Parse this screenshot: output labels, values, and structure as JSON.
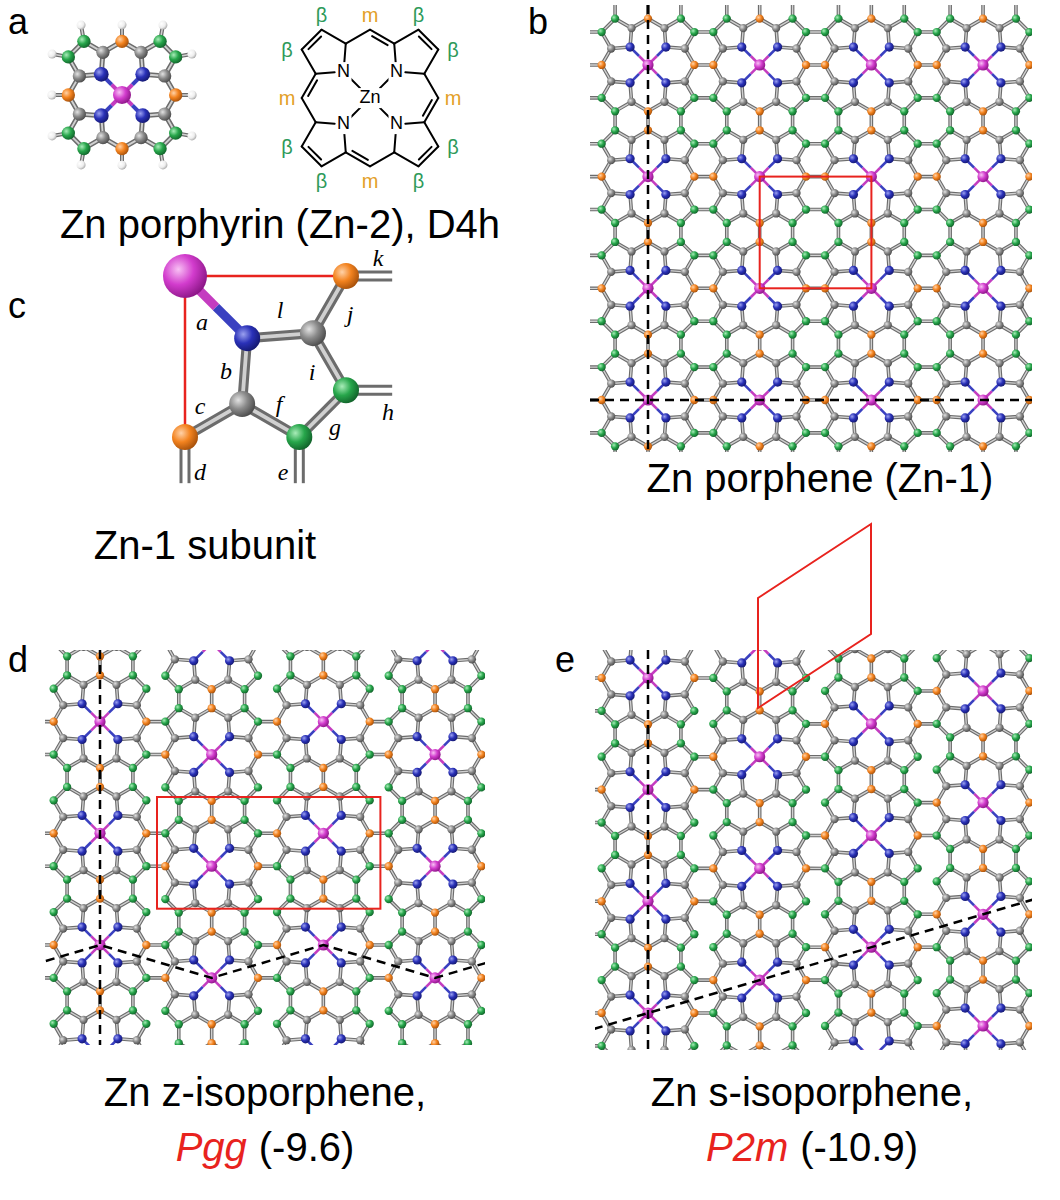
{
  "diagram": {
    "labels": [
      "a",
      "b",
      "c",
      "d",
      "e",
      "Zn porphyrin (Zn-2), D4h",
      "β",
      "m",
      "β",
      "β",
      "m",
      "β",
      "β",
      "m",
      "β",
      "β",
      "m",
      "β",
      "N",
      "N",
      "N",
      "N",
      "Zn",
      "Zn porphene (Zn-1)",
      "Zn-1 subunit",
      "a",
      "b",
      "c",
      "d",
      "e",
      "f",
      "g",
      "h",
      "i",
      "j",
      "k",
      "l",
      "Zn z-isoporphene,",
      "Pgg",
      "(-9.6)",
      "Zn s-isoporphene,",
      "P2m",
      "(-10.9)"
    ]
  }
}
